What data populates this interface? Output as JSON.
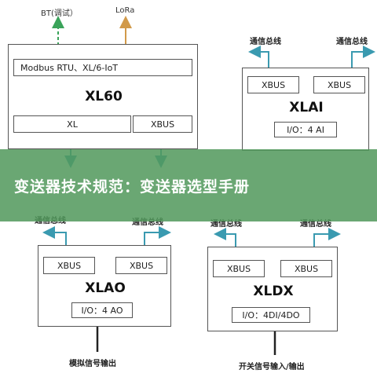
{
  "top_labels": {
    "bt": "BT(调试）",
    "lora": "LoRa"
  },
  "devices": {
    "xl60": {
      "protocol": "Modbus RTU、XL/6-IoT",
      "name": "XL60",
      "port_xl": "XL",
      "port_xbus": "XBUS"
    },
    "xlai": {
      "bus_left": "通信总线",
      "bus_right": "通信总线",
      "port_left": "XBUS",
      "port_right": "XBUS",
      "name": "XLAI",
      "io": "I/O：4 AI"
    },
    "xlao": {
      "bus_left": "通信总线",
      "bus_right": "通信总线",
      "port_left": "XBUS",
      "port_right": "XBUS",
      "name": "XLAO",
      "io": "I/O：4 AO",
      "output": "模拟信号输出"
    },
    "xldx": {
      "bus_left": "通信总线",
      "bus_right": "通信总线",
      "port_left": "XBUS",
      "port_right": "XBUS",
      "name": "XLDX",
      "io": "I/O：4DI/4DO",
      "output": "开关信号输入/输出"
    }
  },
  "banner": {
    "text": "变送器技术规范：变送器选型手册"
  },
  "colors": {
    "bt_arrow": "#3aa35a",
    "lora_arrow": "#d19a4a",
    "bus_arrow": "#3a9ab0",
    "io_line": "#222222",
    "banner_bg": "#52985c"
  }
}
